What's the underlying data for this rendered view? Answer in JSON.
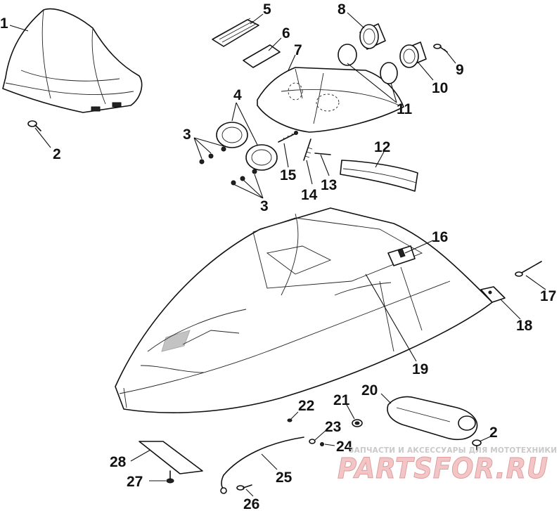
{
  "callouts": [
    "1",
    "2",
    "3",
    "4",
    "5",
    "6",
    "7",
    "8",
    "9",
    "10",
    "11",
    "12",
    "13",
    "14",
    "15",
    "3",
    "16",
    "17",
    "18",
    "19",
    "20",
    "21",
    "22",
    "23",
    "24",
    "2",
    "25",
    "26",
    "27",
    "28"
  ],
  "watermark": {
    "tagline": "ЗАПЧАСТИ И АКСЕССУАРЫ ДЛЯ МОТОТЕХНИКИ",
    "brand": "PARTSFOR.RU"
  }
}
